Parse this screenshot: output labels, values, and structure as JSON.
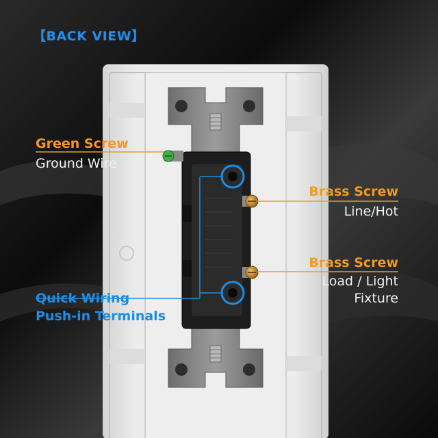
{
  "title": "【BACK VIEW】",
  "callouts": {
    "green_screw": {
      "title": "Green Screw",
      "subtitle": "Ground Wire"
    },
    "brass_screw_line": {
      "title": "Brass Screw",
      "subtitle": "Line/Hot"
    },
    "brass_screw_load": {
      "title": "Brass Screw",
      "subtitle_line1": "Load / Light",
      "subtitle_line2": "Fixture"
    },
    "push_in": {
      "line1": "Quick Wiring",
      "line2": "Push-in Terminals"
    }
  },
  "colors": {
    "accent_orange": "#f39a1e",
    "accent_blue": "#1a8fe6",
    "plate": "#e6e6e6",
    "switch_body": "#2a2a2a",
    "strap": "#8a8a8a",
    "green_screw": "#3fae49",
    "brass": "#c98a2a"
  }
}
